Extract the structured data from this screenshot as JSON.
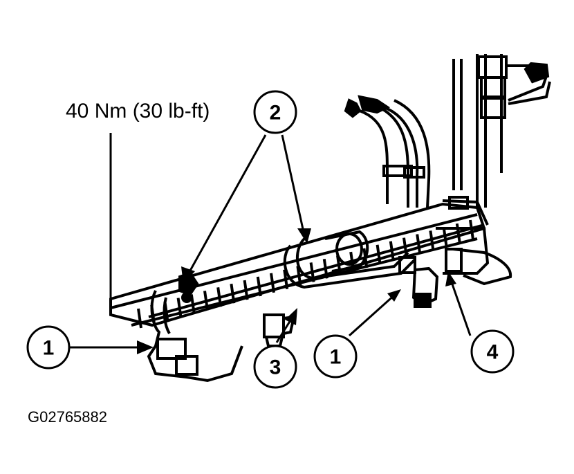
{
  "torque_label": "40 Nm (30 lb-ft)",
  "figure_id": "G02765882",
  "callouts": [
    "1",
    "2",
    "3",
    "1",
    "4"
  ],
  "colors": {
    "ink": "#000000",
    "paper": "#ffffff"
  }
}
